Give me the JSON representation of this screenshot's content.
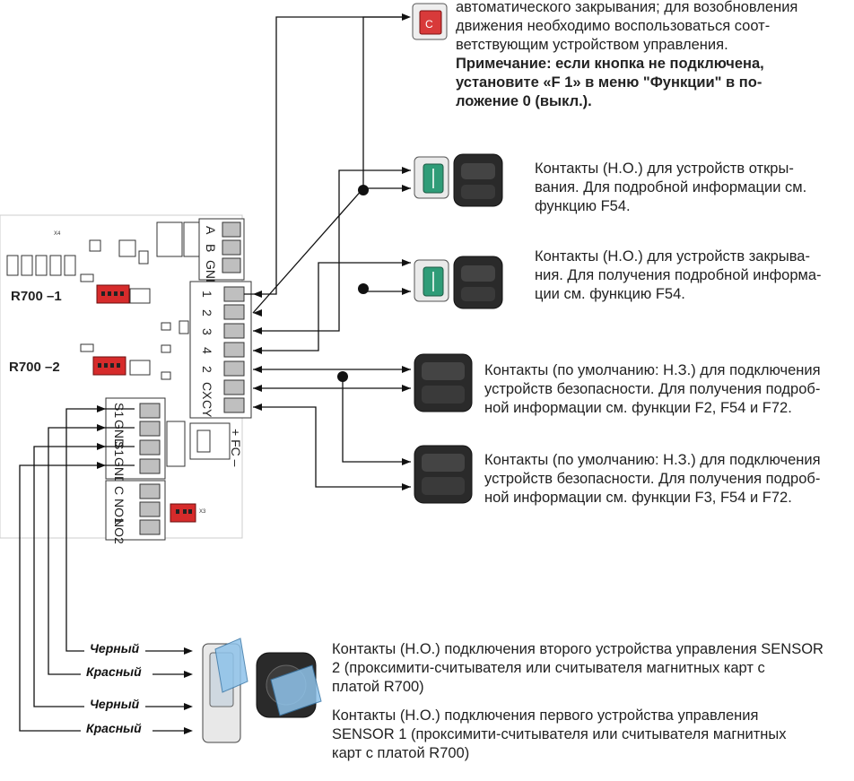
{
  "board": {
    "r700_1": "R700 –1",
    "r700_2": "R700 –2",
    "top_terminals": [
      "A",
      "B",
      "GND"
    ],
    "main_terminals": [
      "1",
      "2",
      "3",
      "4",
      "2",
      "CX",
      "CY"
    ],
    "left_terminals": [
      "S1",
      "GND",
      "S1",
      "GND",
      "C",
      "NO1",
      "NO2"
    ],
    "fc_label": "+ FC –"
  },
  "notes": {
    "stop_button": {
      "line1": "автоматического закрывания; для возобновления",
      "line2": "движения необходимо воспользоваться соот-",
      "line3": "ветствующим устройством управления.",
      "bold1": "Примечание: если кнопка не подключена,",
      "bold2": "установите «F 1» в меню \"Функции\" в по-",
      "bold3": "ложение 0 (выкл.)."
    },
    "open": [
      "Контакты (Н.О.) для устройств откры-",
      "вания. Для подробной информации см.",
      "функцию F54."
    ],
    "close": [
      "Контакты (Н.О.) для устройств закрыва-",
      "ния. Для получения подробной информа-",
      "ции см. функцию F54."
    ],
    "safety1": [
      "Контакты (по умолчанию: Н.З.) для подключения",
      "устройств безопасности. Для получения подроб-",
      "ной информации см. функции F2, F54 и F72."
    ],
    "safety2": [
      "Контакты (по умолчанию: Н.З.) для подключения",
      "устройств безопасности. Для получения подроб-",
      "ной информации см. функции F3, F54 и F72."
    ],
    "sensor2": [
      "Контакты (Н.О.) подключения второго устройства управления SENSOR",
      "2 (проксимити-считывателя или считывателя магнитных карт с",
      "платой R700)"
    ],
    "sensor1": [
      "Контакты (Н.О.) подключения первого устройства управления",
      "SENSOR 1 (проксимити-считывателя или считывателя магнитных",
      "карт с платой R700)"
    ]
  },
  "wire_labels": [
    "Черный",
    "Красный",
    "Черный",
    "Красный"
  ]
}
